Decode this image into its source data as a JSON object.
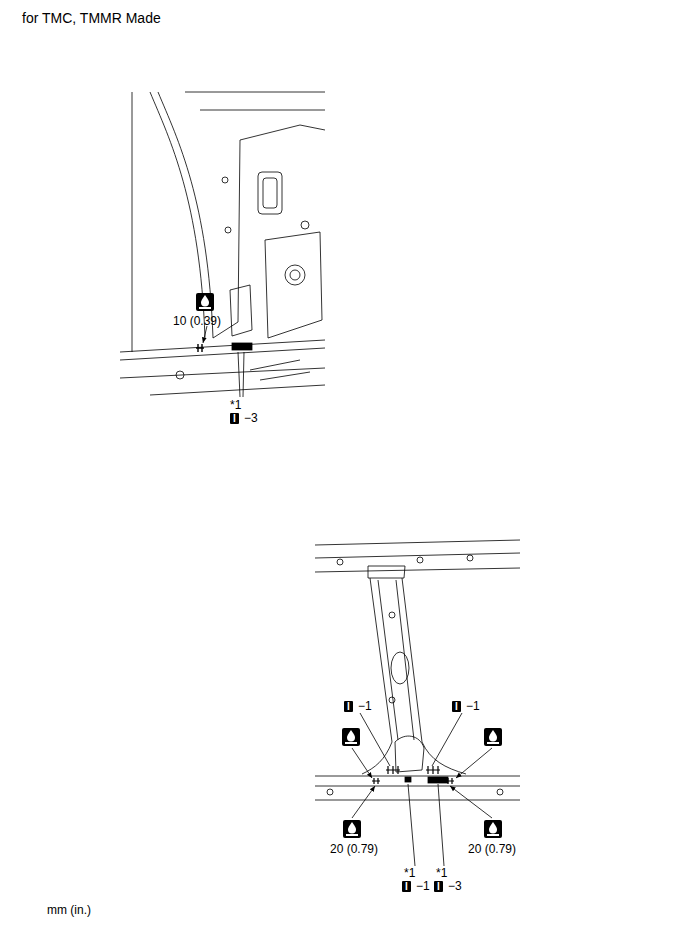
{
  "diagram": {
    "title": "for TMC, TMMR Made",
    "labels": [
      "10 (0.39)",
      "*1",
      "I",
      "−3",
      "I",
      "−1",
      "I",
      "−1",
      "20 (0.79)",
      "20 (0.79)",
      "*1",
      "I",
      "−1",
      "*1",
      "I",
      "−3",
      "mm (in.)"
    ]
  }
}
